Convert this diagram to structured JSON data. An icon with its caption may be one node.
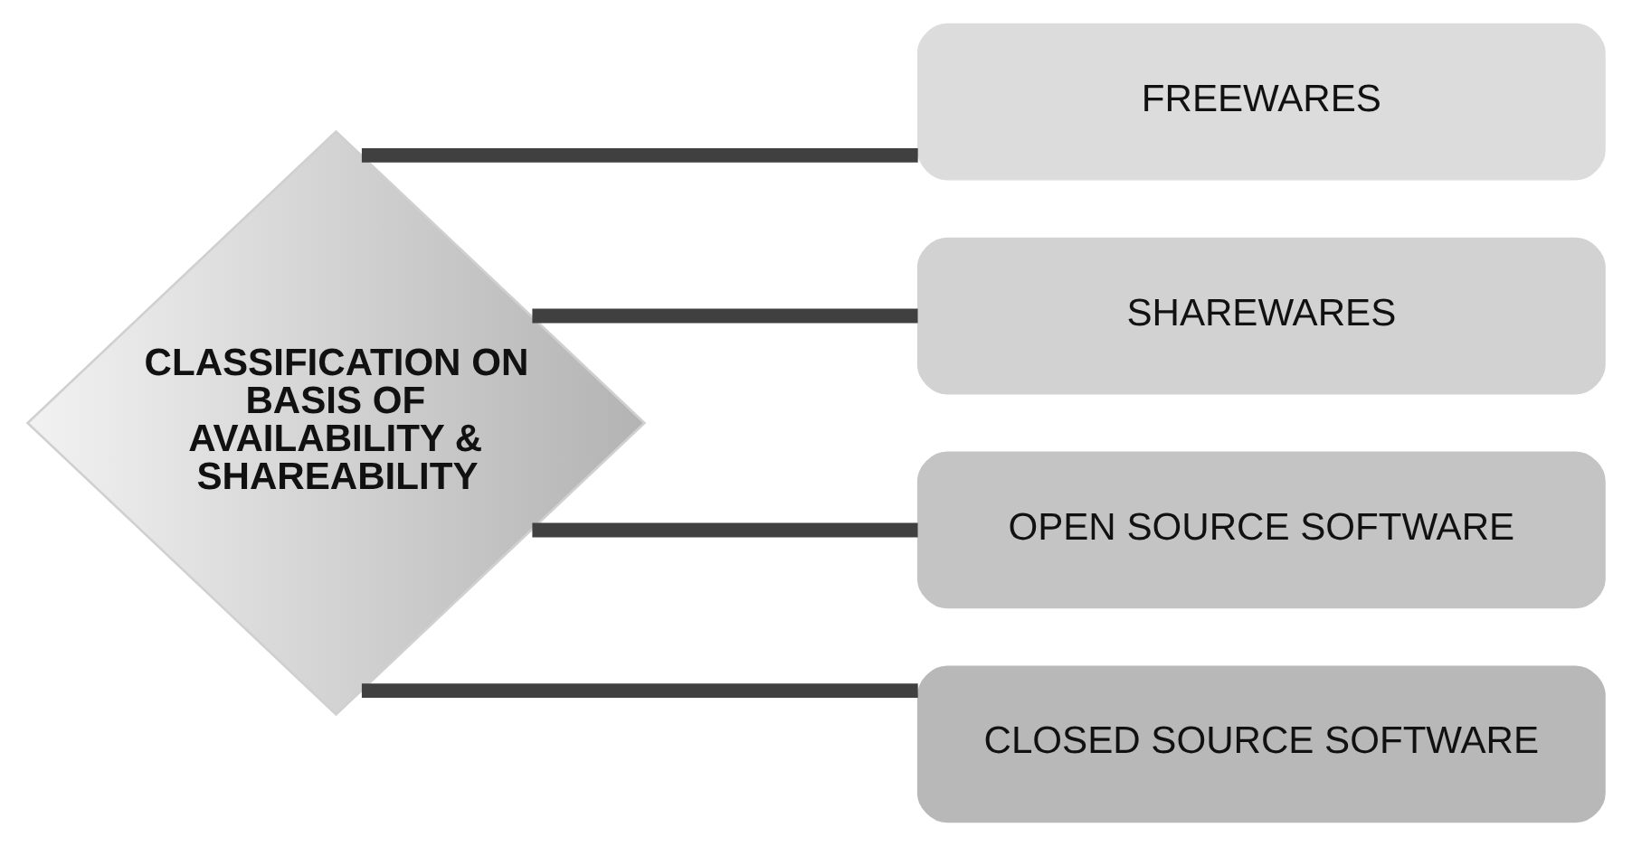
{
  "diagram": {
    "nodes": [
      {
        "text": [
          "CLASSIFICATION ON BASIS OF AVAILABILITY & SHAREABILITY"
        ]
      },
      {
        "text": [
          "FREEWARES"
        ]
      },
      {
        "text": [
          "SHAREWARES"
        ]
      },
      {
        "text": [
          "OPEN SOURCE SOFTWARE"
        ]
      },
      {
        "text": [
          "CLOSED SOURCE SOFTWARE"
        ]
      }
    ],
    "edges": [
      {
        "from": 0,
        "to": 1,
        "arrow": "none"
      },
      {
        "from": 0,
        "to": 2,
        "arrow": "none"
      },
      {
        "from": 0,
        "to": 3,
        "arrow": "none"
      },
      {
        "from": 0,
        "to": 4,
        "arrow": "none"
      }
    ]
  }
}
